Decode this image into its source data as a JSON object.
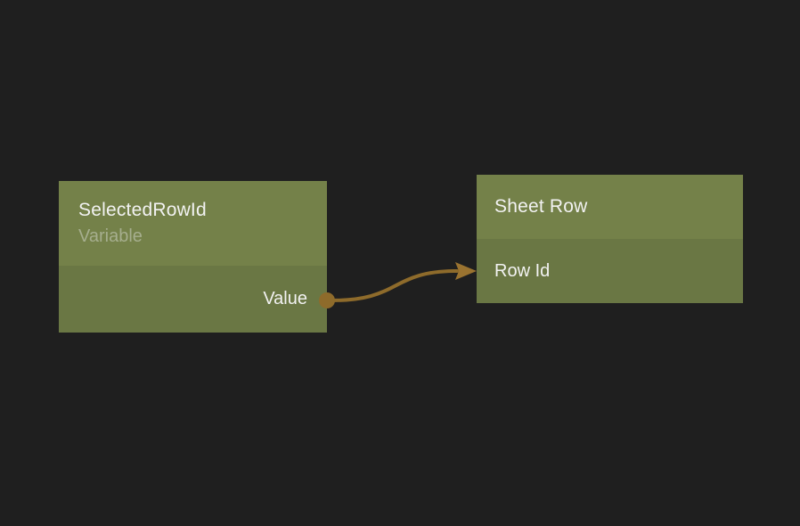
{
  "canvas": {
    "background_color": "#1f1f1f"
  },
  "colors": {
    "node_header": "#748149",
    "node_body": "#6a7744",
    "title_text": "#f2f2f2",
    "subtitle_text": "#a6ae8e",
    "port_text": "#f2f2f2",
    "wire": "#8e6b2b",
    "arrowhead": "#9a7330"
  },
  "nodes": [
    {
      "title": "SelectedRowId",
      "subtitle": "Variable",
      "ports": {
        "outputs": [
          {
            "label": "Value"
          }
        ]
      }
    },
    {
      "title": "Sheet Row",
      "ports": {
        "inputs": [
          {
            "label": "Row Id"
          }
        ]
      }
    }
  ],
  "connections": [
    {
      "from_node": "SelectedRowId",
      "from_port": "Value",
      "to_node": "Sheet Row",
      "to_port": "Row Id"
    }
  ]
}
